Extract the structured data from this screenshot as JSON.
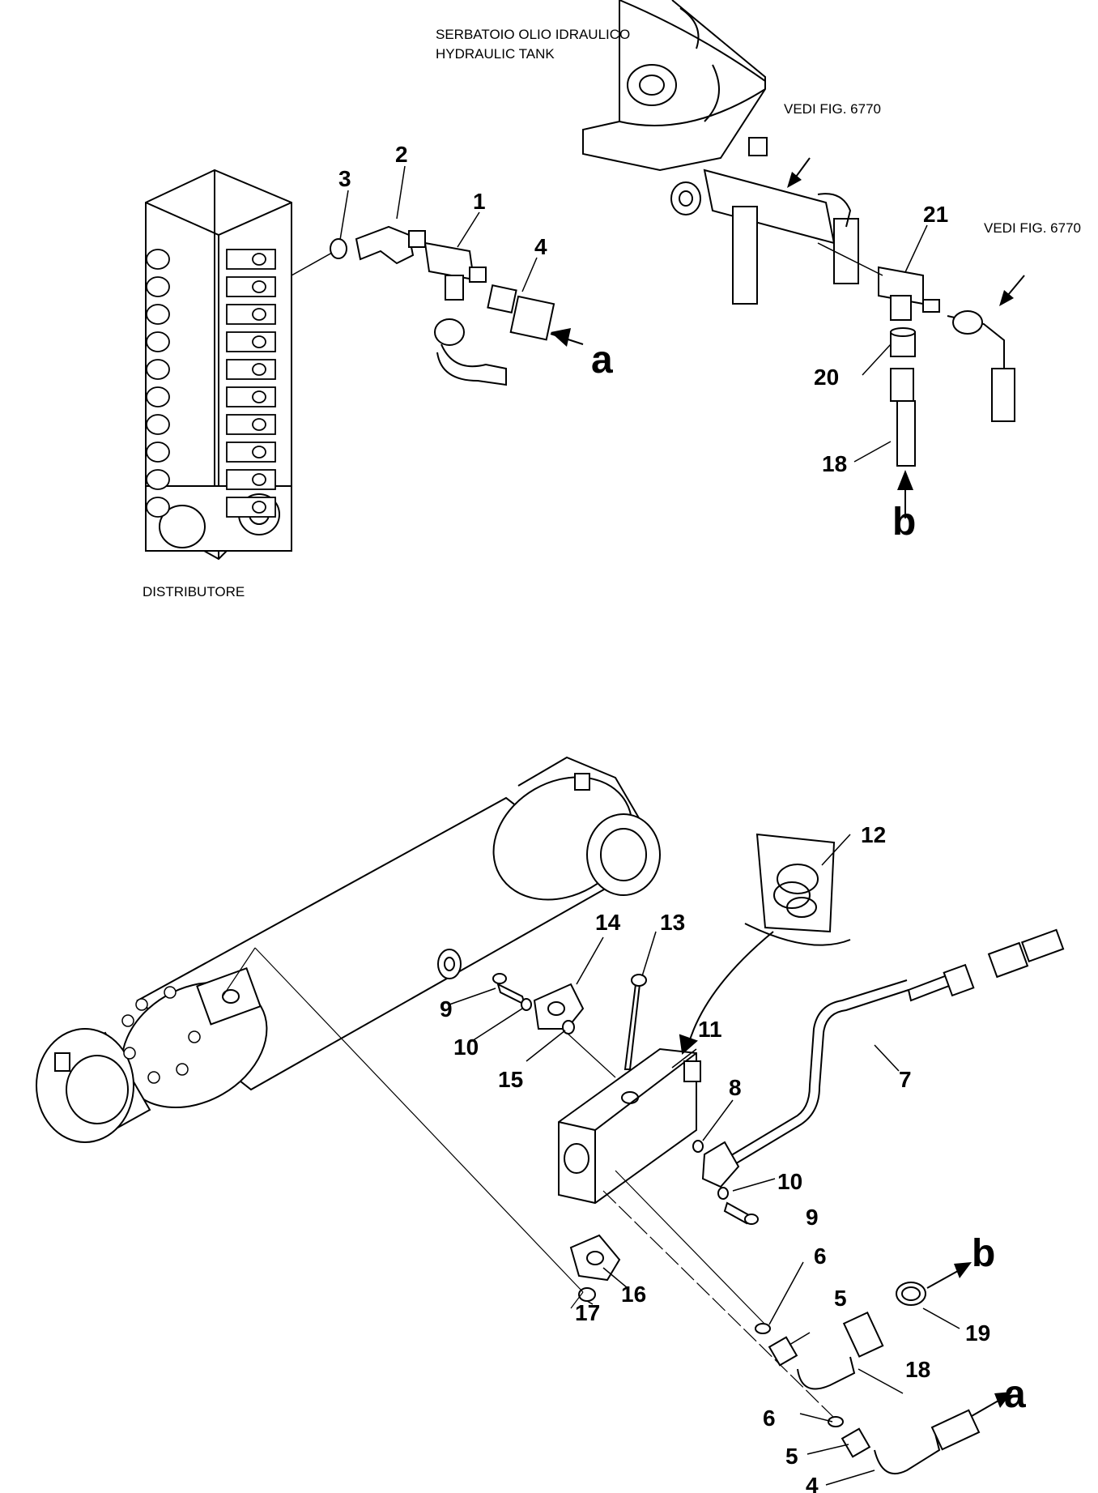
{
  "labels": {
    "tank_it": "SERBATOIO OLIO IDRAULICO",
    "tank_en": "HYDRAULIC TANK",
    "see_fig_1": "VEDI FIG. 6770",
    "see_fig_2": "VEDI FIG. 6770",
    "distributor": "DISTRIBUTORE"
  },
  "callouts_top": {
    "c1": "1",
    "c2": "2",
    "c3": "3",
    "c4": "4",
    "c18": "18",
    "c20": "20",
    "c21": "21",
    "a": "a",
    "b": "b"
  },
  "callouts_bottom": {
    "c4": "4",
    "c5a": "5",
    "c5b": "5",
    "c6a": "6",
    "c6b": "6",
    "c7": "7",
    "c8": "8",
    "c9a": "9",
    "c9b": "9",
    "c10a": "10",
    "c10b": "10",
    "c11": "11",
    "c12": "12",
    "c13": "13",
    "c14": "14",
    "c15": "15",
    "c16": "16",
    "c17": "17",
    "c18": "18",
    "c19": "19",
    "a": "a",
    "b": "b"
  }
}
